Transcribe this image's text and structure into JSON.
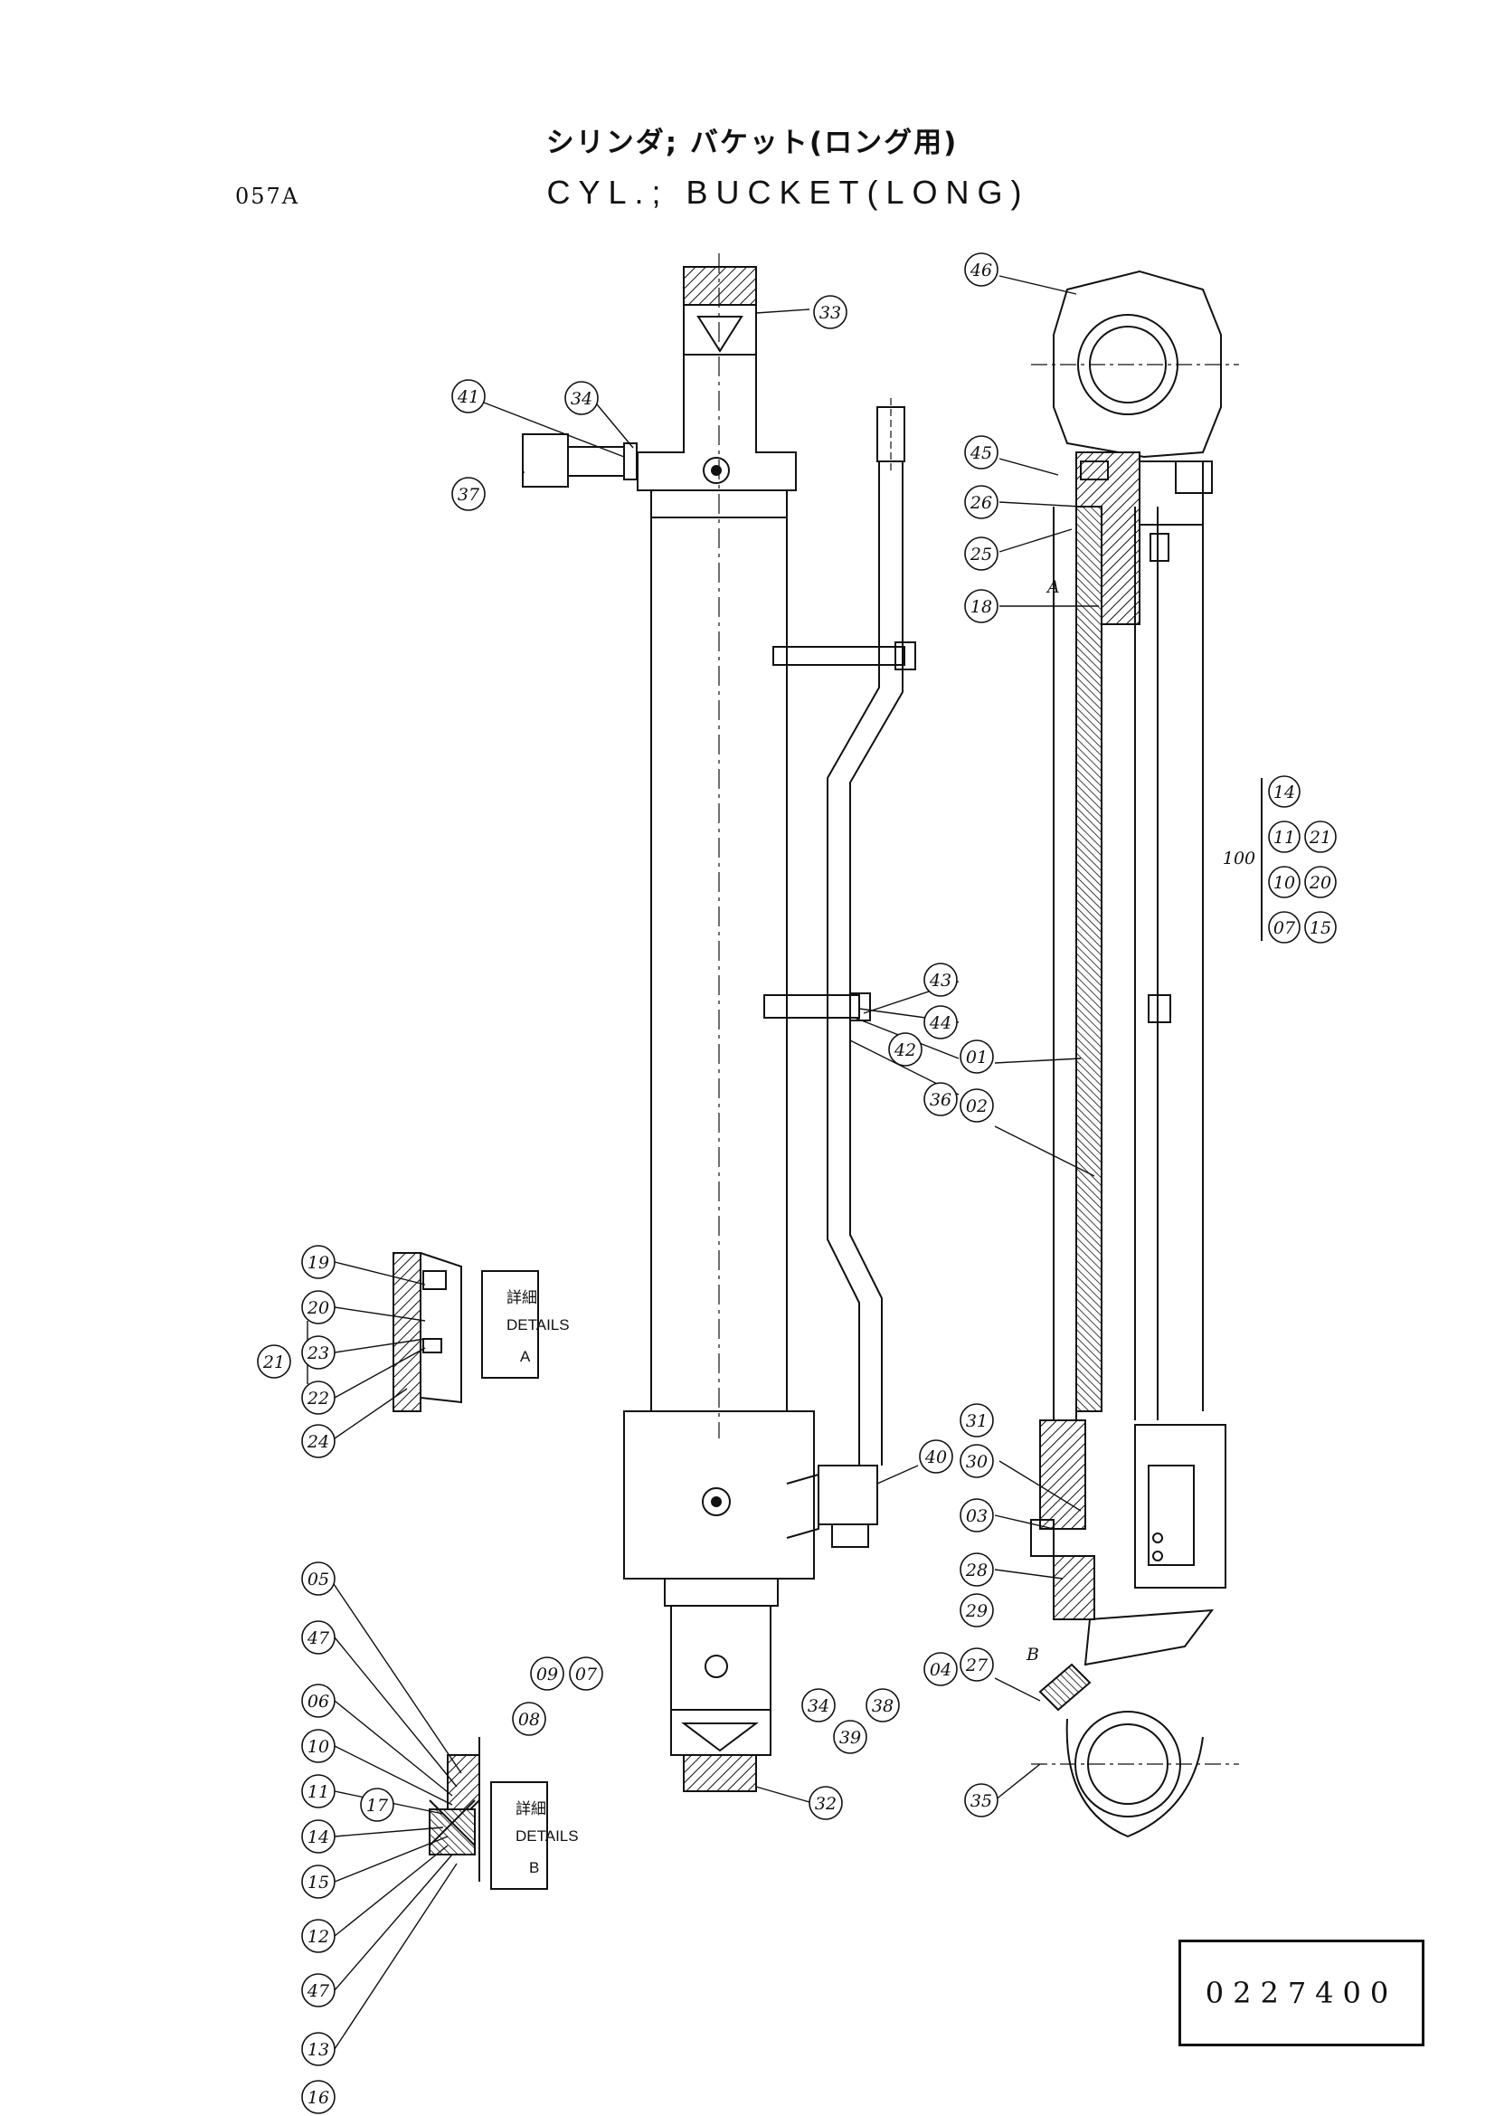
{
  "header": {
    "title_jp": "シリンダ; バケット(ロング用)",
    "title_en": "CYL.; BUCKET(LONG)",
    "figure_code": "057A"
  },
  "part_number": "0227400",
  "detail_a": {
    "label_jp": "詳細",
    "label_en": "DETAILS",
    "letter": "A"
  },
  "detail_b": {
    "label_jp": "詳細",
    "label_en": "DETAILS",
    "letter": "B"
  },
  "section_marks": {
    "a": "A",
    "b": "B"
  },
  "kit": {
    "number": "100",
    "items": [
      "07",
      "10",
      "11",
      "14",
      "15",
      "20",
      "21"
    ]
  },
  "callouts": {
    "c01": "01",
    "c02": "02",
    "c03": "03",
    "c04": "04",
    "c05": "05",
    "c06": "06",
    "c07": "07",
    "c08": "08",
    "c09": "09",
    "c10": "10",
    "c11": "11",
    "c12": "12",
    "c13": "13",
    "c14": "14",
    "c15": "15",
    "c16": "16",
    "c17": "17",
    "c18": "18",
    "c19": "19",
    "c20": "20",
    "c21": "21",
    "c22": "22",
    "c23": "23",
    "c24": "24",
    "c25": "25",
    "c26": "26",
    "c27": "27",
    "c28": "28",
    "c29": "29",
    "c30": "30",
    "c31": "31",
    "c32": "32",
    "c33": "33",
    "c34": "34",
    "c35": "35",
    "c36": "36",
    "c37": "37",
    "c38": "38",
    "c39": "39",
    "c40": "40",
    "c41": "41",
    "c42": "42",
    "c43": "43",
    "c44": "44",
    "c45": "45",
    "c46": "46",
    "c47": "47"
  }
}
